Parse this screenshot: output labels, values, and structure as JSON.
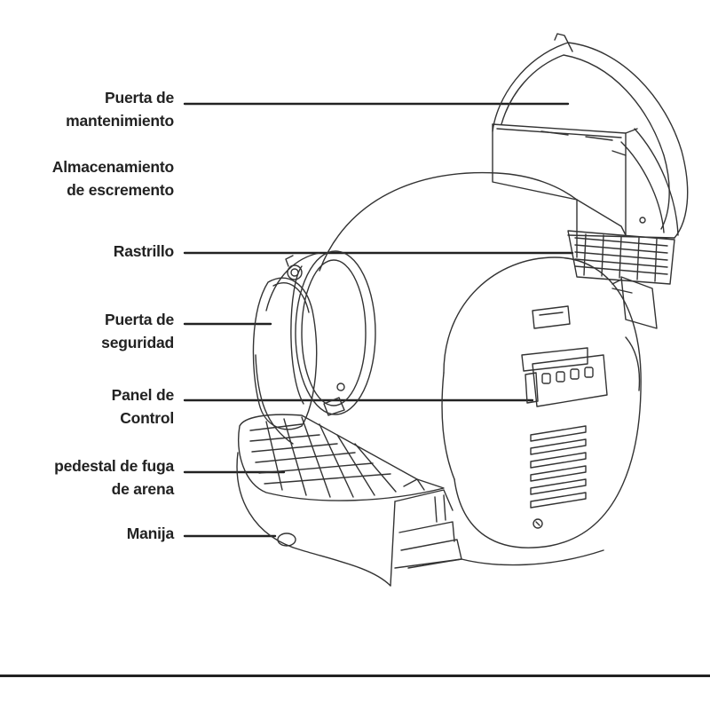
{
  "labels": {
    "puerta_mantenimiento": [
      "Puerta de",
      "mantenimiento"
    ],
    "almacenamiento": [
      "Almacenamiento",
      "de escremento"
    ],
    "rastrillo": [
      "Rastrillo"
    ],
    "puerta_seguridad": [
      "Puerta de",
      "seguridad"
    ],
    "panel_control": [
      "Panel de",
      "Control"
    ],
    "pedestal": [
      "pedestal de fuga",
      "de arena"
    ],
    "manija": [
      "Manija"
    ]
  },
  "colors": {
    "line": "#222222",
    "text": "#222222",
    "background": "#ffffff"
  }
}
